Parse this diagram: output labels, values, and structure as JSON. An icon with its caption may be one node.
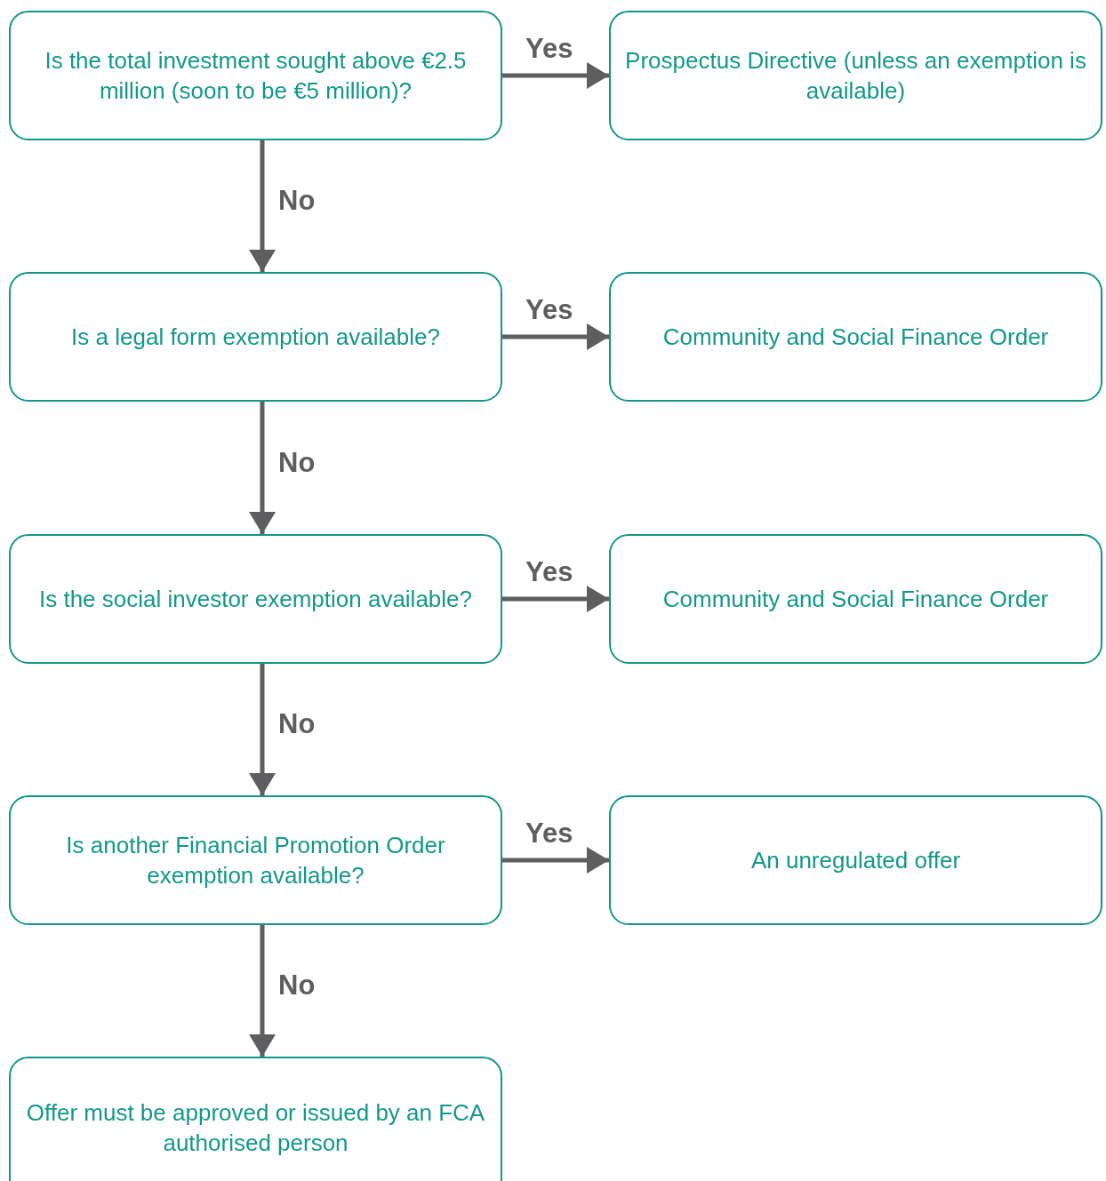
{
  "diagram": {
    "nodes": [
      {
        "text": [
          "Is the total investment sought above €2.5 million (soon to be €5 million)?"
        ]
      },
      {
        "text": [
          "Prospectus Directive (unless an exemption is available)"
        ]
      },
      {
        "text": [
          "Is a legal form exemption available?"
        ]
      },
      {
        "text": [
          "Community and Social Finance Order"
        ]
      },
      {
        "text": [
          "Is the social investor exemption available?"
        ]
      },
      {
        "text": [
          "Community and Social Finance Order"
        ]
      },
      {
        "text": [
          "Is another Financial Promotion Order exemption available?"
        ]
      },
      {
        "text": [
          "An unregulated offer"
        ]
      },
      {
        "text": [
          "Offer must be approved or issued by an FCA authorised person"
        ]
      }
    ],
    "edges": [
      {
        "from": 0,
        "to": 1,
        "arrow": "to",
        "label": "Yes"
      },
      {
        "from": 0,
        "to": 2,
        "arrow": "to",
        "label": "No"
      },
      {
        "from": 2,
        "to": 3,
        "arrow": "to",
        "label": "Yes"
      },
      {
        "from": 2,
        "to": 4,
        "arrow": "to",
        "label": "No"
      },
      {
        "from": 4,
        "to": 5,
        "arrow": "to",
        "label": "Yes"
      },
      {
        "from": 4,
        "to": 6,
        "arrow": "to",
        "label": "No"
      },
      {
        "from": 6,
        "to": 7,
        "arrow": "to",
        "label": "Yes"
      },
      {
        "from": 6,
        "to": 8,
        "arrow": "to",
        "label": "No"
      }
    ]
  }
}
